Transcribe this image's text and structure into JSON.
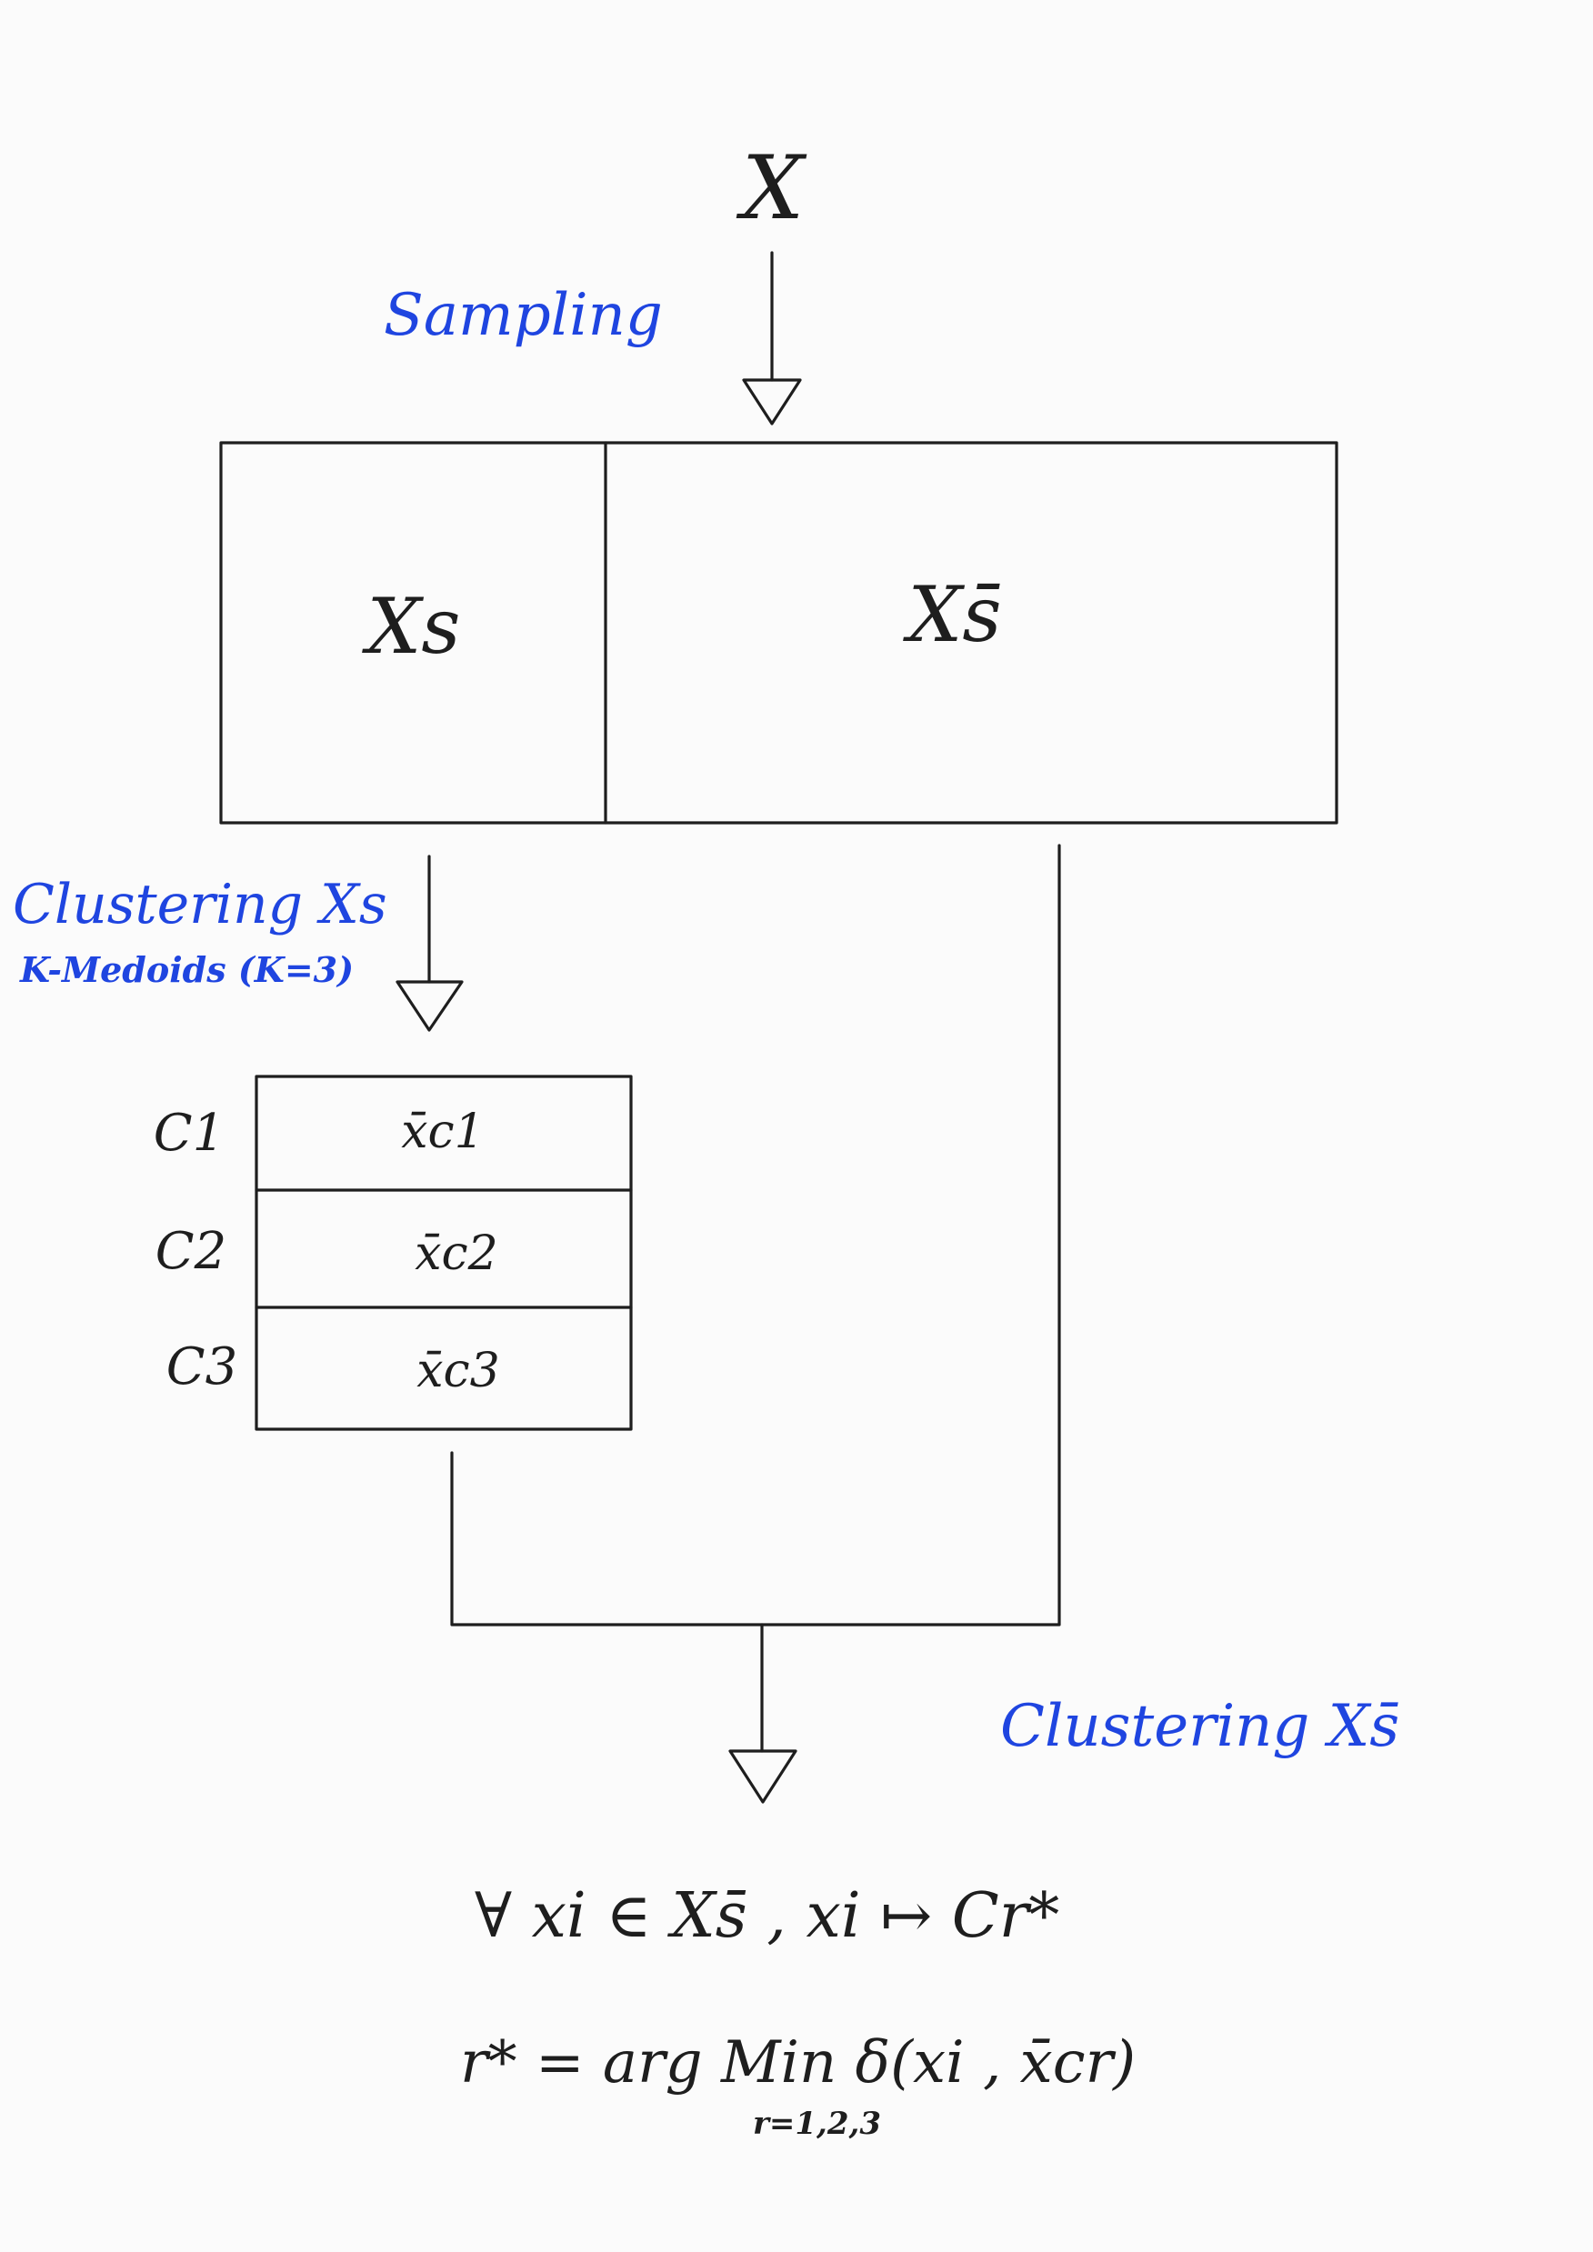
{
  "labels": {
    "input": "X",
    "sampling": "Sampling",
    "sample_part": "Xs",
    "rest_part": "Xs̄",
    "clustering_sample": "Clustering Xs",
    "method": "K-Medoids (K=3)",
    "clustering_rest": "Clustering Xs̄"
  },
  "clusters": [
    {
      "name": "C1",
      "medoid": "x̄c1"
    },
    {
      "name": "C2",
      "medoid": "x̄c2"
    },
    {
      "name": "C3",
      "medoid": "x̄c3"
    }
  ],
  "formula": {
    "line1": "∀ xi ∈ Xs̄ ,  xi ↦ Cr*",
    "line2": "r* = arg Min δ(xi , x̄cr)",
    "line2_sub": "r=1,2,3"
  },
  "colors": {
    "ink": "#1e1e1e",
    "accent": "#1f45e0",
    "background": "#fbfbfb"
  }
}
